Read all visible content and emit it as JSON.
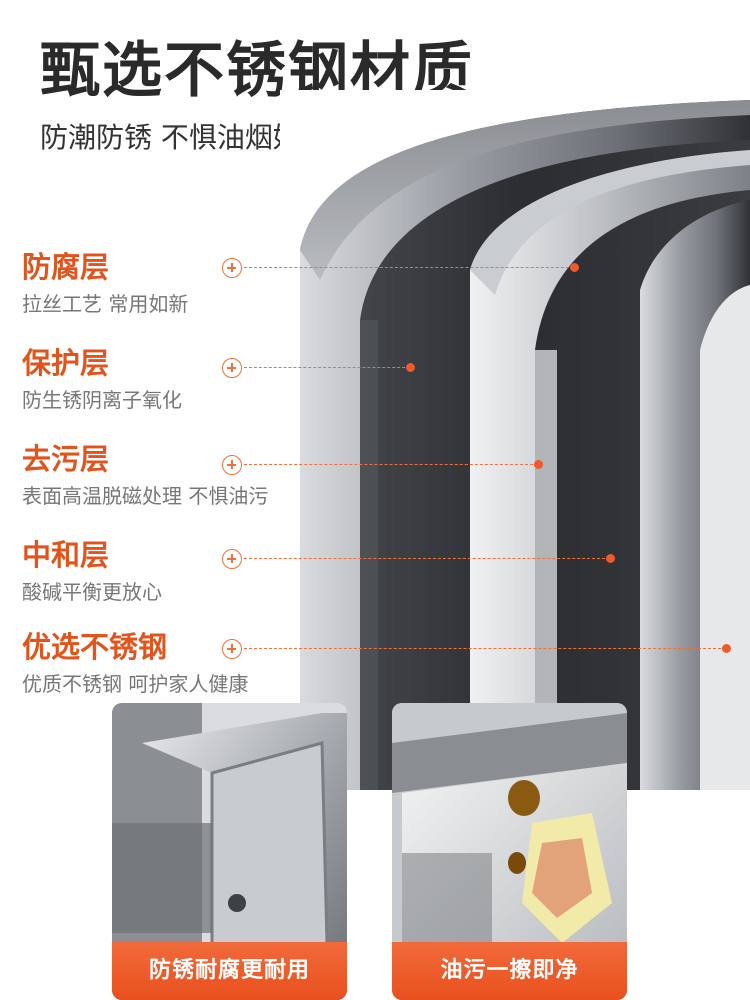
{
  "header": {
    "title": "甄选不锈钢材质",
    "subtitle": "防潮防锈 不惧油烟好打理"
  },
  "layers": [
    {
      "name": "防腐层",
      "desc": "拉丝工艺 常用如新"
    },
    {
      "name": "保护层",
      "desc": "防生锈阴离子氧化"
    },
    {
      "name": "去污层",
      "desc": "表面高温脱磁处理 不惧油污"
    },
    {
      "name": "中和层",
      "desc": "酸碱平衡更放心"
    },
    {
      "name": "优选不锈钢",
      "desc": "优质不锈钢 呵护家人健康"
    }
  ],
  "photos": [
    {
      "caption": "防锈耐腐更耐用"
    },
    {
      "caption": "油污一擦即净"
    }
  ],
  "colors": {
    "accent": "#e2541c",
    "caption_bg": "#ee5e2c",
    "title": "#2a2a2a"
  }
}
